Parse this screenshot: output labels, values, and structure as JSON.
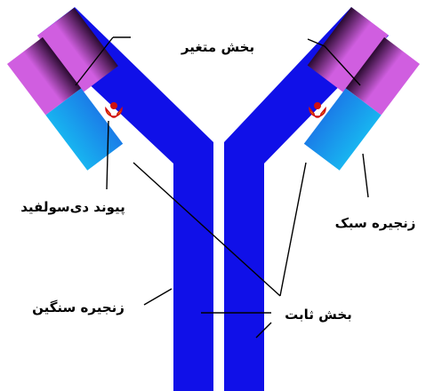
{
  "labels": {
    "variable_region": "بخش متغیر",
    "disulfide_bond": "پیوند دی‌سولفید",
    "light_chain": "زنجیره سبک",
    "heavy_chain": "زنجیره سنگین",
    "constant_region": "بخش ثابت"
  },
  "colors": {
    "heavy_chain": "#1010e8",
    "light_chain_constant": "#18b4f0",
    "variable_region": "#d05ee0",
    "variable_region_dark": "#2a0a30",
    "disulfide_bond": "#f5b800",
    "disulfide_bond_dark": "#d01010"
  }
}
